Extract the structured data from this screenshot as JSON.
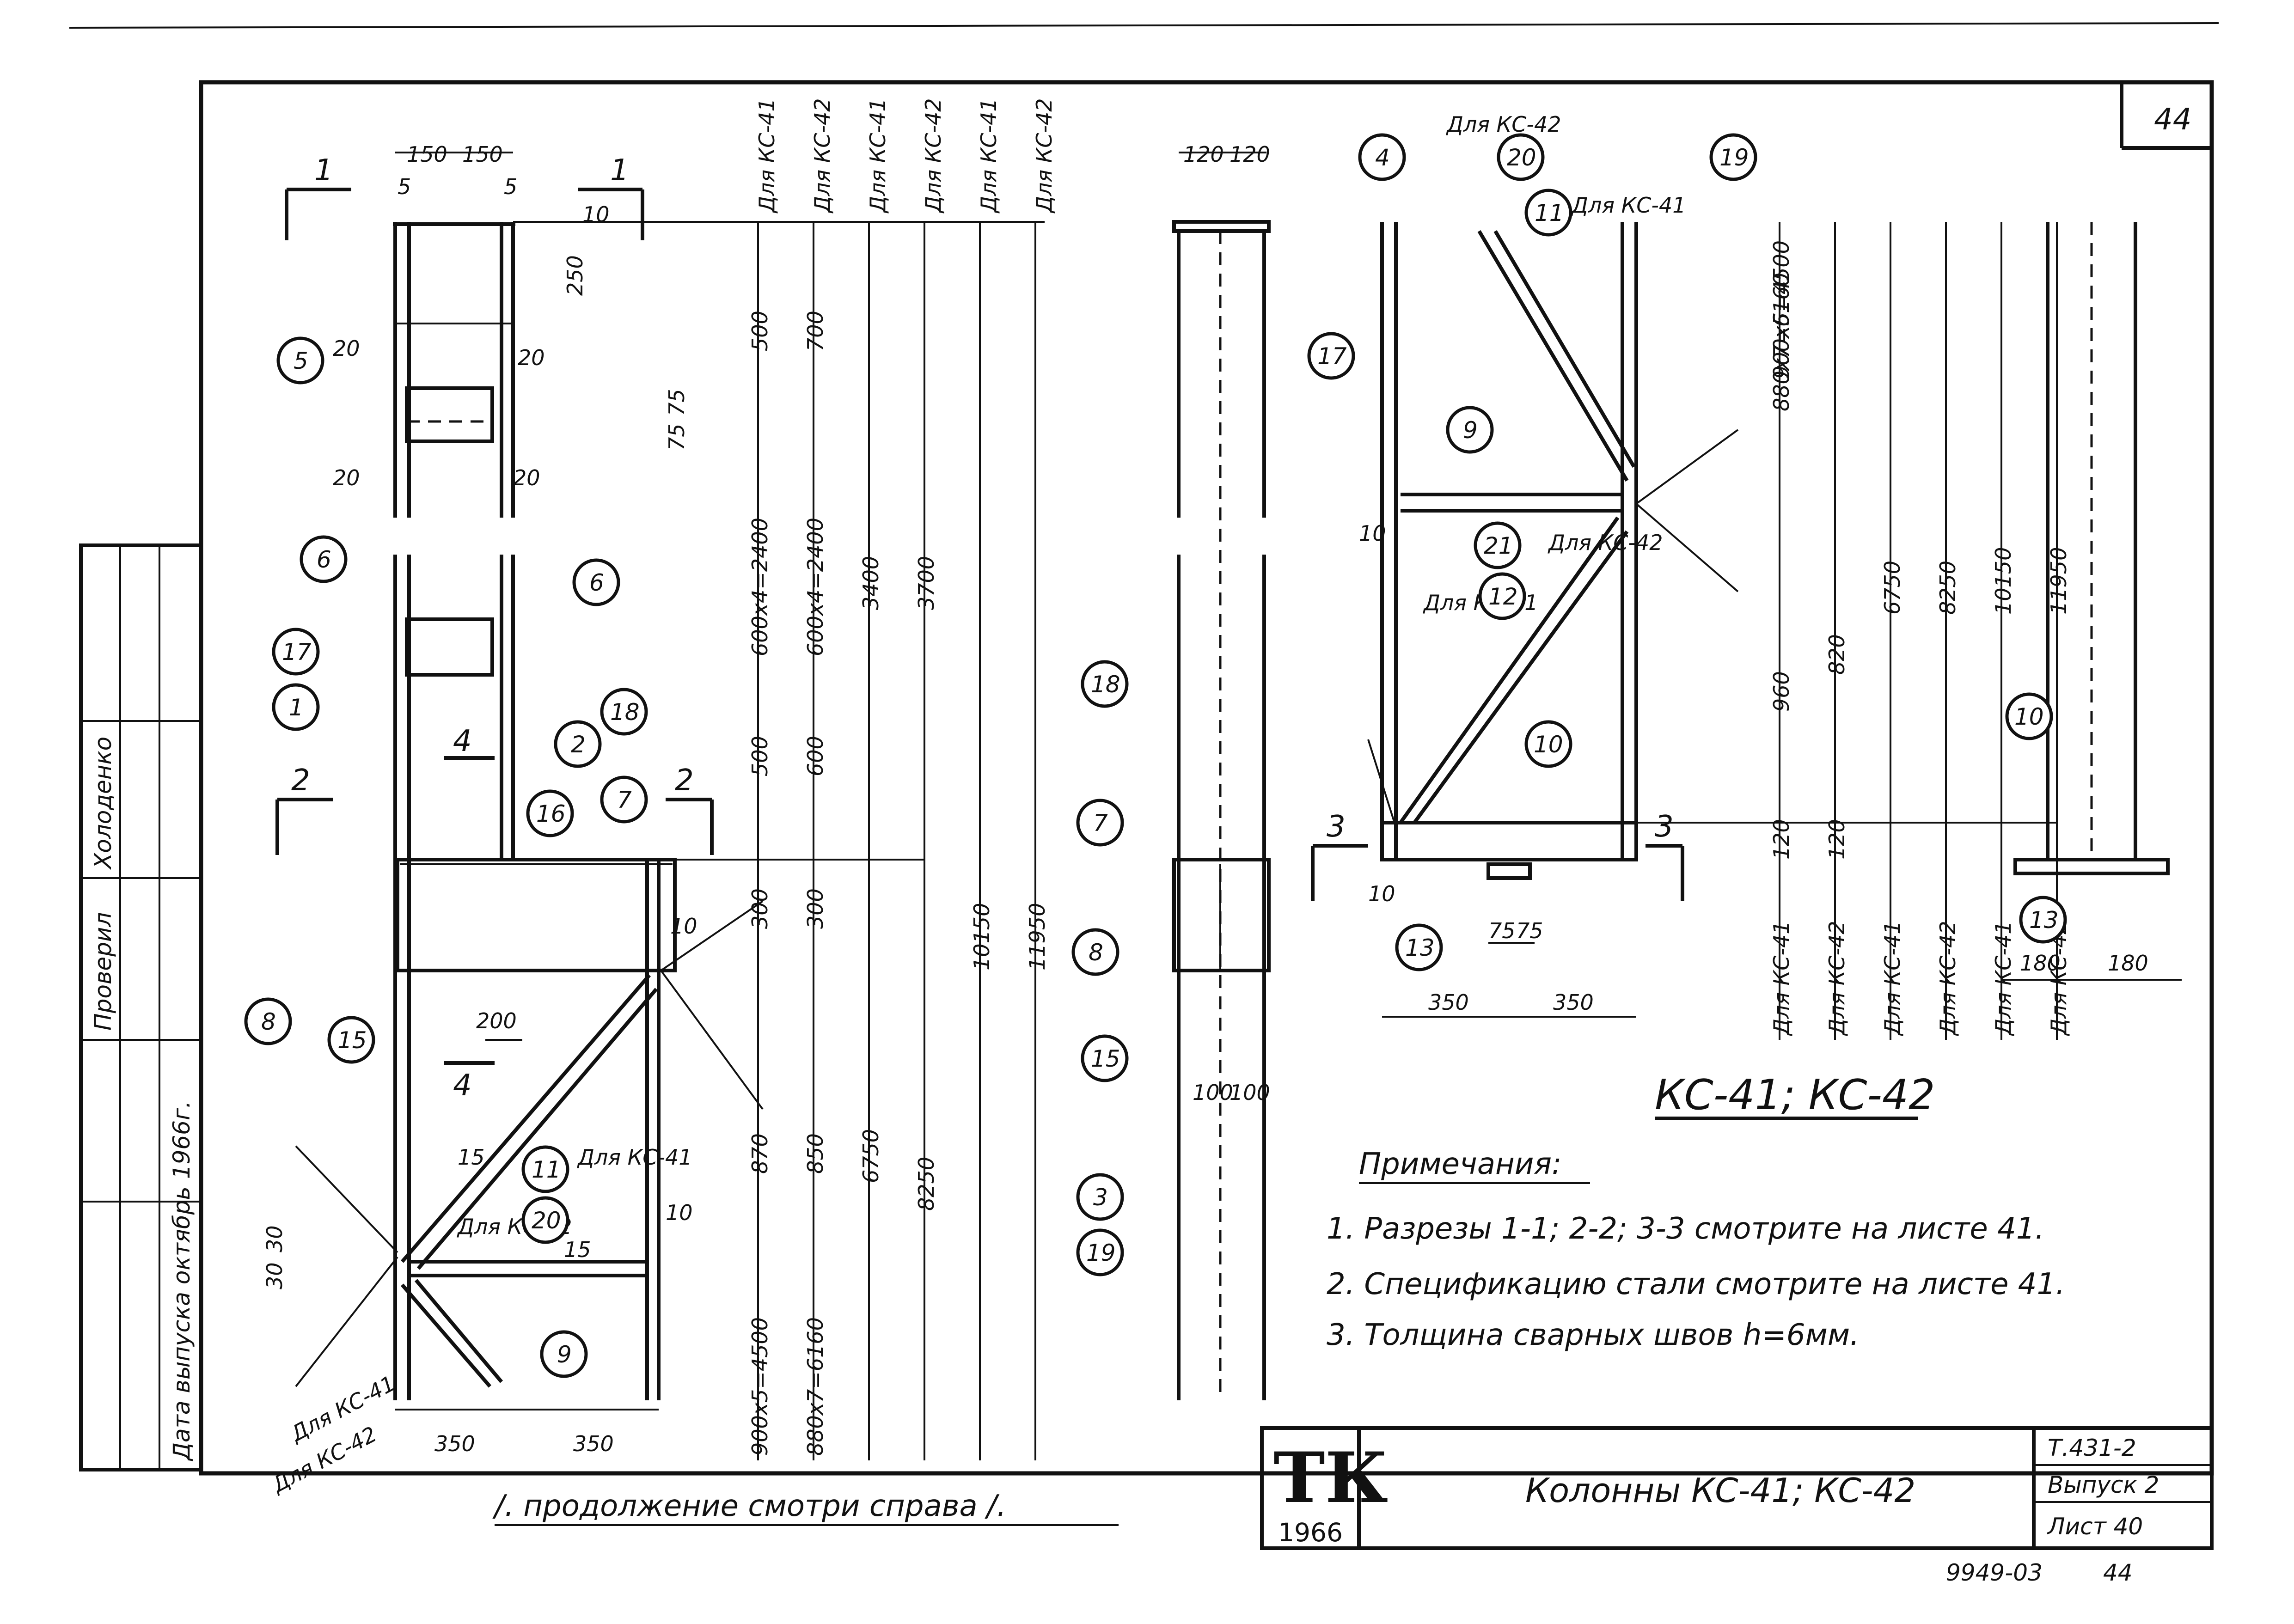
{
  "sheet": {
    "page_number": "44",
    "stamp_number": "9949-03",
    "stamp_page": "44"
  },
  "title_block": {
    "logo_text": "ТК",
    "logo_year": "1966",
    "title": "Колонны КС-41; КС-42",
    "series": "Т.431-2",
    "issue": "Выпуск 2",
    "sheet": "Лист 40"
  },
  "side_stamp": {
    "rows": [
      "Проверил",
      "Холоденко",
      "Дата выпуска октябрь 1966г."
    ]
  },
  "section_marks": [
    "1",
    "1",
    "2",
    "2",
    "3",
    "3",
    "4",
    "4"
  ],
  "heading": "КС-41; КС-42",
  "notes": {
    "title": "Примечания:",
    "items": [
      "1. Разрезы 1-1; 2-2; 3-3 смотрите на листе 41.",
      "2. Спецификацию стали смотрите на листе 41.",
      "3. Толщина сварных швов h=6мм."
    ]
  },
  "continuation": "/. продолжение смотри справа /.",
  "column_headers": [
    "Для КС-41",
    "Для КС-42",
    "Для КС-41",
    "Для КС-42",
    "Для КС-41",
    "Для КС-42"
  ],
  "dims_left": {
    "top": [
      "150",
      "150",
      "5",
      "5",
      "10",
      "250",
      "20",
      "20",
      "75",
      "75",
      "20",
      "20",
      "200",
      "350",
      "350",
      "10",
      "10",
      "30",
      "30",
      "15",
      "15"
    ],
    "vertical": [
      "500",
      "700",
      "600x4=2400",
      "600x4=2400",
      "3400",
      "3700",
      "500",
      "600",
      "300",
      "300",
      "870",
      "850",
      "6750",
      "8250",
      "10150",
      "11950",
      "900x5=4500",
      "880x7=6160"
    ]
  },
  "dims_middle": [
    "120",
    "120",
    "100",
    "100"
  ],
  "dims_right": {
    "horizontal": [
      "350",
      "350",
      "75",
      "75",
      "10",
      "10",
      "120",
      "120",
      "180",
      "180"
    ],
    "vertical": [
      "900x5=4500",
      "880x7=6160",
      "960",
      "820",
      "6750",
      "8250",
      "10150",
      "11950"
    ]
  },
  "labels_for": [
    "Для КС-42",
    "Для КС-41",
    "Для КС-41",
    "Для КС-42",
    "Для КС-42",
    "Для КС-41",
    "Для КС-41",
    "Для КС-42"
  ],
  "bubbles": [
    "1",
    "2",
    "3",
    "4",
    "5",
    "6",
    "6",
    "7",
    "7",
    "8",
    "8",
    "9",
    "9",
    "10",
    "10",
    "11",
    "11",
    "12",
    "13",
    "13",
    "15",
    "15",
    "16",
    "17",
    "17",
    "18",
    "18",
    "19",
    "19",
    "20",
    "20",
    "21"
  ]
}
